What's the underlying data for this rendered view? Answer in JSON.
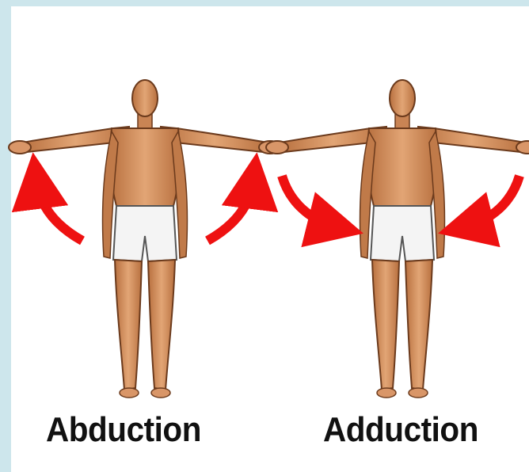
{
  "labels": {
    "left": "Abduction",
    "right": "Adduction"
  },
  "colors": {
    "background": "#cde6ec",
    "panel": "#ffffff",
    "skin": "#d99668",
    "skin_dark": "#a8643c",
    "shorts": "#f4f4f4",
    "arrow": "#ee1111",
    "text": "#111111"
  },
  "figures": [
    {
      "name": "abduction-figure",
      "arrows": "upward"
    },
    {
      "name": "adduction-figure",
      "arrows": "downward"
    }
  ]
}
